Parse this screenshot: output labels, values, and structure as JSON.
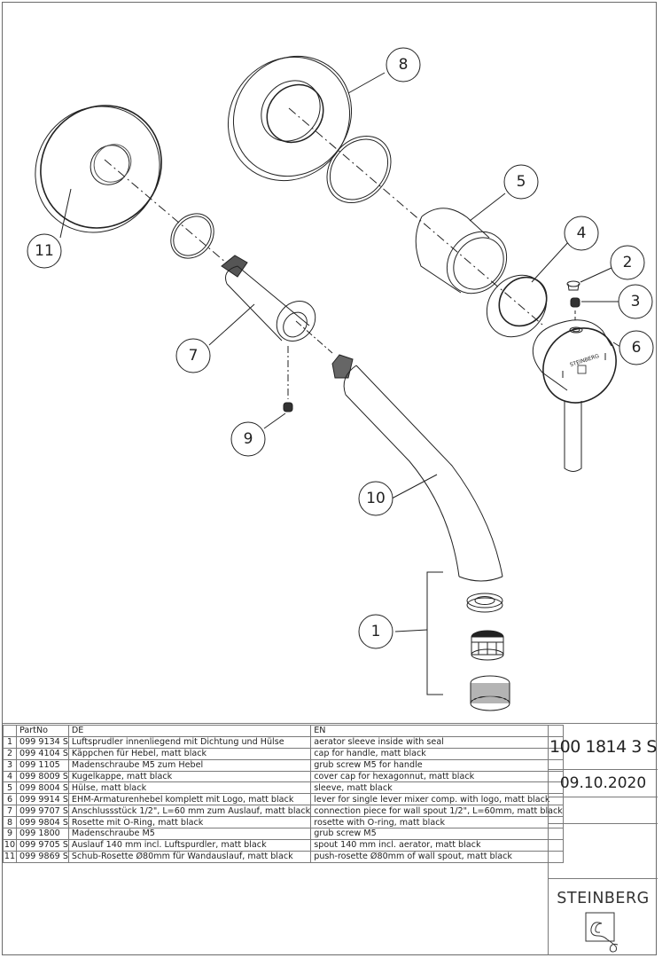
{
  "drawing": {
    "title": "Exploded view wall spout with single lever mixer",
    "balloons": [
      {
        "id": "balloon-1",
        "label": "1"
      },
      {
        "id": "balloon-2",
        "label": "2"
      },
      {
        "id": "balloon-3",
        "label": "3"
      },
      {
        "id": "balloon-4",
        "label": "4"
      },
      {
        "id": "balloon-5",
        "label": "5"
      },
      {
        "id": "balloon-6",
        "label": "6"
      },
      {
        "id": "balloon-7",
        "label": "7"
      },
      {
        "id": "balloon-8",
        "label": "8"
      },
      {
        "id": "balloon-9",
        "label": "9"
      },
      {
        "id": "balloon-10",
        "label": "10"
      },
      {
        "id": "balloon-11",
        "label": "11"
      }
    ],
    "lever_logo_text": "STEINBERG"
  },
  "parts_table": {
    "headers": {
      "index": "",
      "partno": "PartNo",
      "de": "DE",
      "en": "EN"
    },
    "rows": [
      {
        "index": "1",
        "partno": "099 9134 S",
        "de": "Luftsprudler innenliegend mit Dichtung und Hülse",
        "en": "aerator sleeve inside with seal"
      },
      {
        "index": "2",
        "partno": "099 4104 S",
        "de": "Käppchen für Hebel, matt black",
        "en": "cap for handle, matt black"
      },
      {
        "index": "3",
        "partno": "099 1105",
        "de": "Madenschraube M5 zum Hebel",
        "en": "grub screw M5 for handle"
      },
      {
        "index": "4",
        "partno": "099 8009 S",
        "de": "Kugelkappe, matt black",
        "en": "cover cap for hexagonnut, matt black"
      },
      {
        "index": "5",
        "partno": "099 8004 S",
        "de": "Hülse, matt black",
        "en": "sleeve, matt black"
      },
      {
        "index": "6",
        "partno": "099 9914 S",
        "de": "EHM-Armaturenhebel komplett mit Logo, matt black",
        "en": "lever for single lever mixer comp. with logo, matt  black"
      },
      {
        "index": "7",
        "partno": "099 9707 S",
        "de": "Anschlussstück 1/2\", L=60 mm zum Auslauf, matt black",
        "en": "connection piece for wall spout 1/2\", L=60mm, matt black"
      },
      {
        "index": "8",
        "partno": "099 9804 S",
        "de": "Rosette mit O-Ring, matt black",
        "en": "rosette with O-ring, matt black"
      },
      {
        "index": "9",
        "partno": "099 1800",
        "de": "Madenschraube M5",
        "en": "grub screw M5"
      },
      {
        "index": "10",
        "partno": "099 9705 S",
        "de": "Auslauf 140 mm incl. Luftspurdler, matt black",
        "en": "spout 140 mm incl. aerator, matt black"
      },
      {
        "index": "11",
        "partno": "099 9869 S",
        "de": "Schub-Rosette Ø80mm für Wandauslauf, matt black",
        "en": "push-rosette Ø80mm of wall spout, matt black"
      }
    ]
  },
  "title_block": {
    "document_number": "100 1814 3 S",
    "date": "09.10.2020",
    "brand": "STEINBERG",
    "logo_icon": "steinberg-logo-icon"
  },
  "colors": {
    "line": "#222222",
    "frame": "#6a6a6a",
    "background": "#ffffff"
  }
}
